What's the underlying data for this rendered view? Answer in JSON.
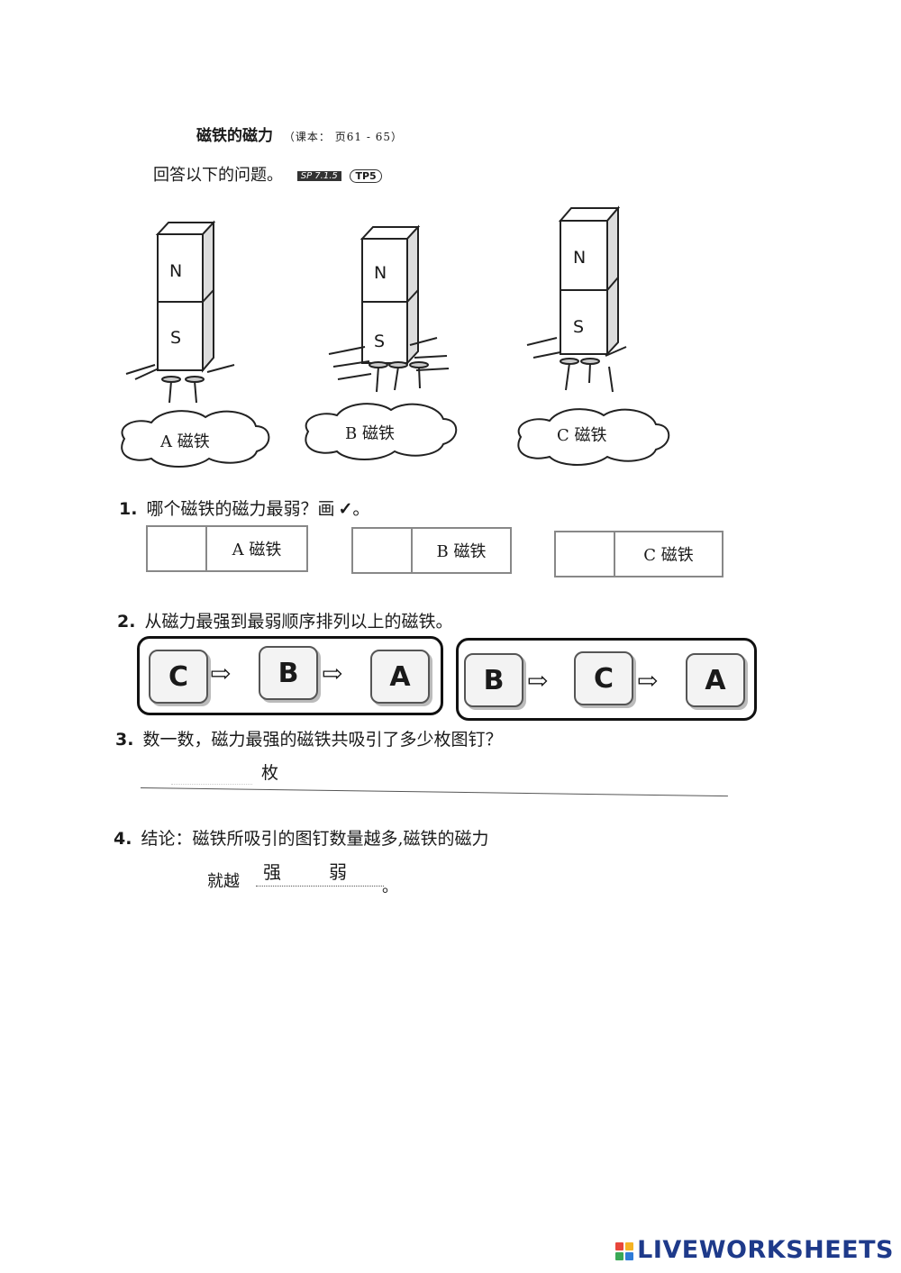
{
  "header": {
    "title": "磁铁的磁力",
    "subtitle": "（课本： 页61 - 65）",
    "instruction": "回答以下的问题。",
    "tag_sp": "SP 7.1.5",
    "tag_tp": "TP5"
  },
  "magnets": [
    {
      "north": "N",
      "south": "S",
      "label": "A 磁铁"
    },
    {
      "north": "N",
      "south": "S",
      "label": "B 磁铁"
    },
    {
      "north": "N",
      "south": "S",
      "label": "C 磁铁"
    }
  ],
  "q1": {
    "number": "1.",
    "text": "哪个磁铁的磁力最弱？画",
    "mark": "✓",
    "period": "。",
    "options": [
      "A 磁铁",
      "B 磁铁",
      "C 磁铁"
    ]
  },
  "q2": {
    "number": "2.",
    "text": "从磁力最强到最弱顺序排列以上的磁铁。",
    "option1": [
      "C",
      "B",
      "A"
    ],
    "option2": [
      "B",
      "C",
      "A"
    ]
  },
  "q3": {
    "number": "3.",
    "text": "数一数，磁力最强的磁铁共吸引了多少枚图钉？",
    "unit": "枚"
  },
  "q4": {
    "number": "4.",
    "text": "结论：磁铁所吸引的图钉数量越多,磁铁的磁力",
    "prefix": "就越",
    "choice1": "强",
    "choice2": "弱",
    "suffix": "。"
  },
  "brand": {
    "name": "LIVEWORKSHEETS",
    "colors": [
      "#e8463b",
      "#f5b324",
      "#3aa856",
      "#2f7bd8"
    ]
  }
}
